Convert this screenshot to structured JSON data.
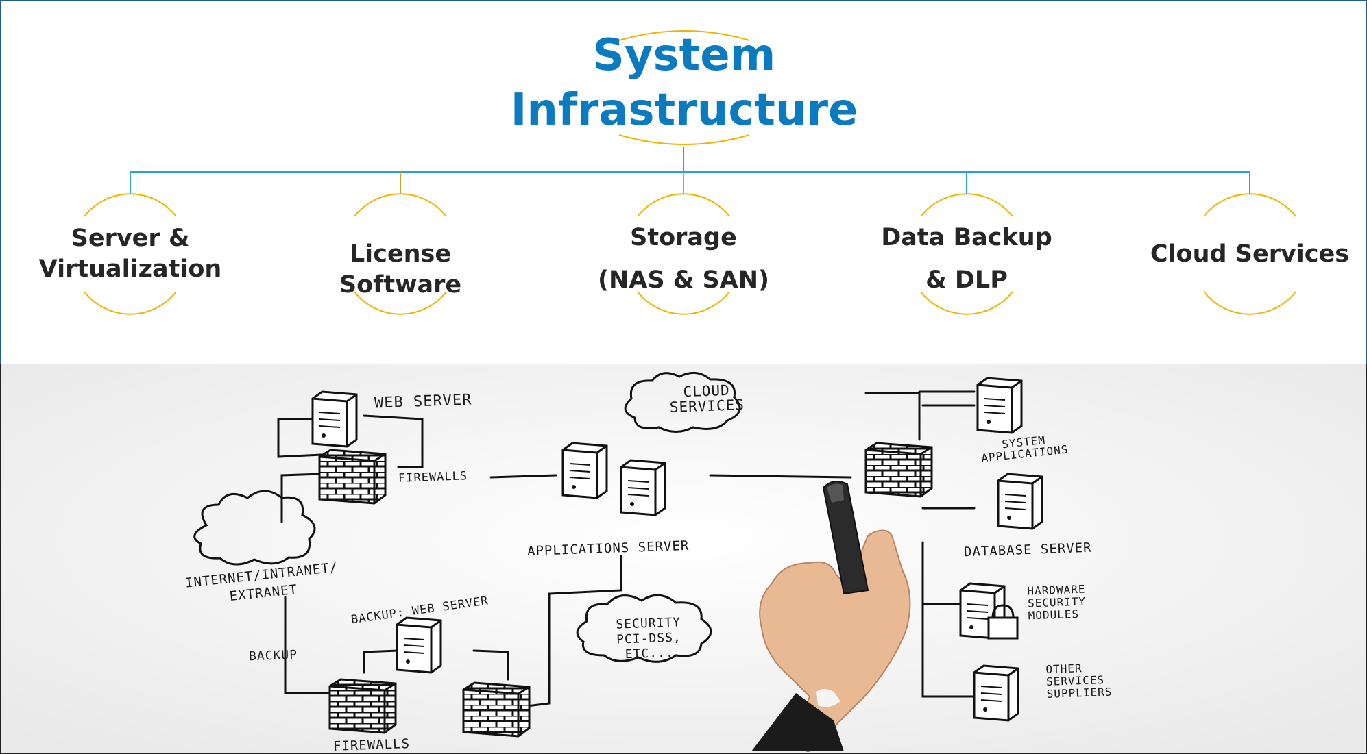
{
  "title": {
    "line1": "System",
    "line2": "Infrastructure"
  },
  "categories": [
    {
      "line1": "Server &",
      "line2": "Virtualization"
    },
    {
      "line1": "License Software",
      "line2": ""
    },
    {
      "line1": "Storage",
      "line2": "(NAS & SAN)"
    },
    {
      "line1": "Data Backup",
      "line2": "& DLP"
    },
    {
      "line1": "Cloud Services",
      "line2": ""
    }
  ],
  "sketch_labels": {
    "web_server": "WEB SERVER",
    "firewalls_top": "FIREWALLS",
    "cloud_services": "CLOUD SERVICES",
    "applications_server": "APPLICATIONS SERVER",
    "internet": "INTERNET/INTRANET/ EXTRANET",
    "backup_web_server": "BACKUP: WEB SERVER",
    "backup": "BACKUP",
    "firewalls_bottom": "FIREWALLS",
    "security": "SECURITY PCI-DSS, ETC...",
    "system_applications": "SYSTEM APPLICATIONS",
    "database_server": "DATABASE SERVER",
    "hardware_security": "HARDWARE SECURITY MODULES",
    "other_services": "OTHER SERVICES SUPPLIERS"
  },
  "colors": {
    "title": "#0a7bc1",
    "connector": "#29a3d6",
    "arc": "#f0b400",
    "label": "#262626"
  }
}
